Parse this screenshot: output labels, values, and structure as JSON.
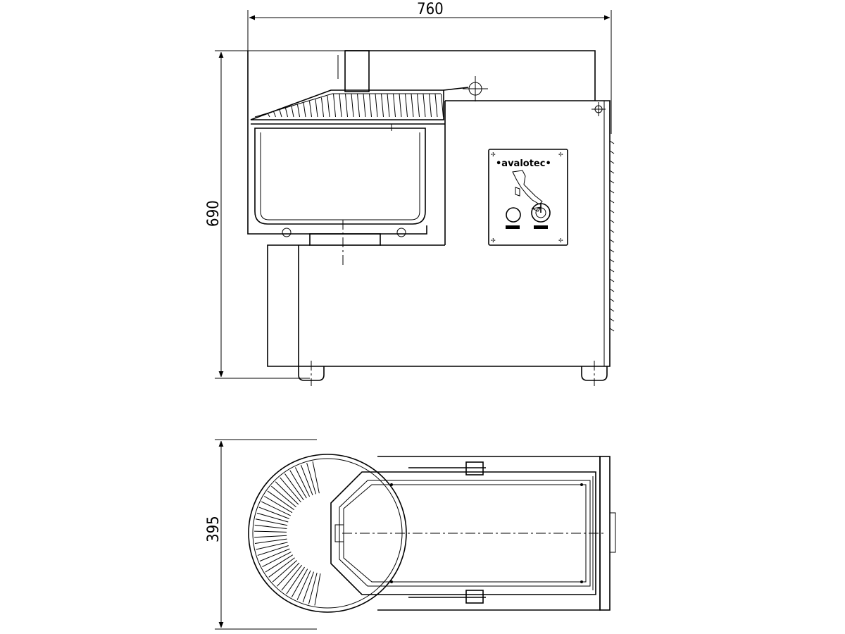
{
  "dimensions": {
    "width": "760",
    "height": "690",
    "depth": "395"
  },
  "panel": {
    "brand": "•avalotec•"
  },
  "icons": {
    "map": "italy-map-icon",
    "knob_left": "knob-icon",
    "knob_right": "dial-icon"
  }
}
